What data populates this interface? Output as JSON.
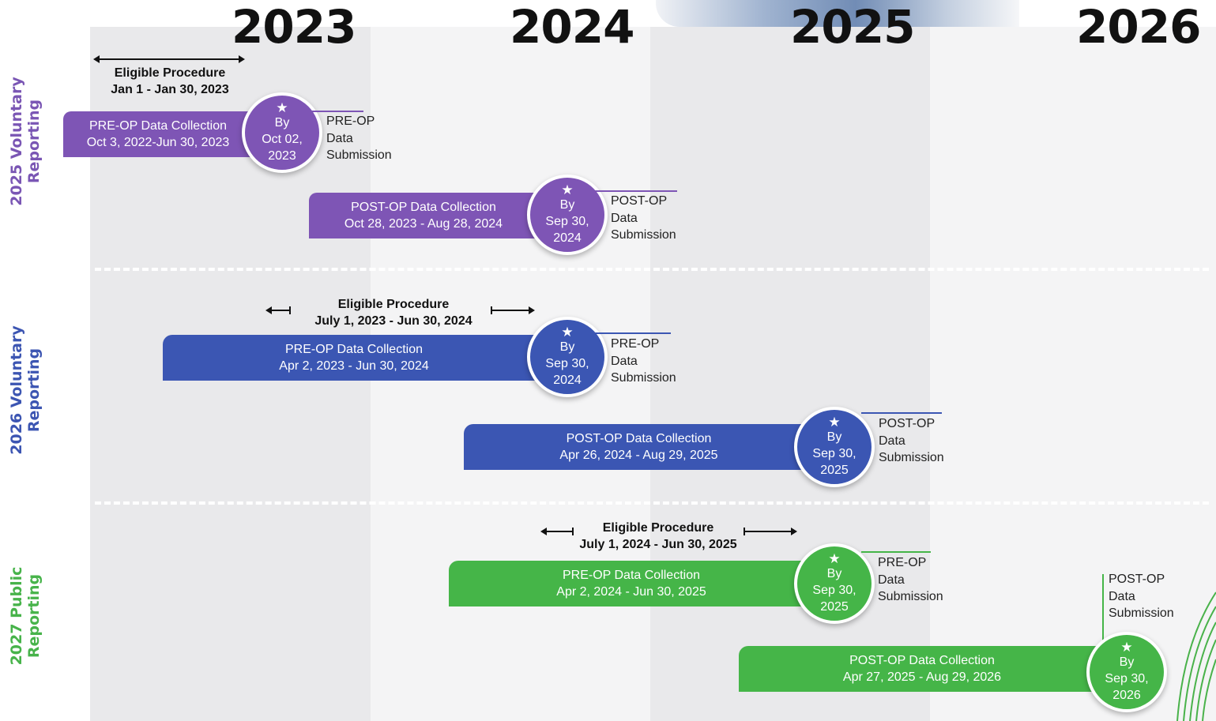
{
  "years": [
    "2023",
    "2024",
    "2025",
    "2026"
  ],
  "rows": [
    {
      "label_line1": "2025 Voluntary",
      "label_line2": "Reporting",
      "eligible": {
        "title": "Eligible Procedure",
        "dates": "Jan 1 - Jan 30, 2023"
      },
      "pre": {
        "bar_title": "PRE-OP Data Collection",
        "bar_dates": "Oct 3, 2022-Jun 30, 2023",
        "badge": [
          "By",
          "Oct 02,",
          "2023"
        ],
        "submission": [
          "PRE-OP",
          "Data",
          "Submission"
        ]
      },
      "post": {
        "bar_title": "POST-OP Data Collection",
        "bar_dates": "Oct 28, 2023 - Aug 28, 2024",
        "badge": [
          "By",
          "Sep 30,",
          "2024"
        ],
        "submission": [
          "POST-OP",
          "Data",
          "Submission"
        ]
      }
    },
    {
      "label_line1": "2026 Voluntary",
      "label_line2": "Reporting",
      "eligible": {
        "title": "Eligible Procedure",
        "dates": "July 1, 2023 - Jun 30, 2024"
      },
      "pre": {
        "bar_title": "PRE-OP Data Collection",
        "bar_dates": "Apr 2, 2023 - Jun 30, 2024",
        "badge": [
          "By",
          "Sep 30,",
          "2024"
        ],
        "submission": [
          "PRE-OP",
          "Data",
          "Submission"
        ]
      },
      "post": {
        "bar_title": "POST-OP Data Collection",
        "bar_dates": "Apr 26, 2024 - Aug 29, 2025",
        "badge": [
          "By",
          "Sep 30,",
          "2025"
        ],
        "submission": [
          "POST-OP",
          "Data",
          "Submission"
        ]
      }
    },
    {
      "label_line1": "2027 Public",
      "label_line2": "Reporting",
      "eligible": {
        "title": "Eligible Procedure",
        "dates": "July 1, 2024 - Jun 30, 2025"
      },
      "pre": {
        "bar_title": "PRE-OP Data Collection",
        "bar_dates": "Apr 2, 2024 - Jun 30, 2025",
        "badge": [
          "By",
          "Sep 30,",
          "2025"
        ],
        "submission": [
          "PRE-OP",
          "Data",
          "Submission"
        ]
      },
      "post": {
        "bar_title": "POST-OP Data Collection",
        "bar_dates": "Apr 27, 2025 - Aug 29, 2026",
        "badge": [
          "By",
          "Sep 30,",
          "2026"
        ],
        "submission": [
          "POST-OP",
          "Data",
          "Submission"
        ]
      }
    }
  ],
  "star_glyph": "★",
  "colors": {
    "row_2025": "#7e55b5",
    "row_2026": "#3b56b3",
    "row_2027": "#45b548"
  }
}
